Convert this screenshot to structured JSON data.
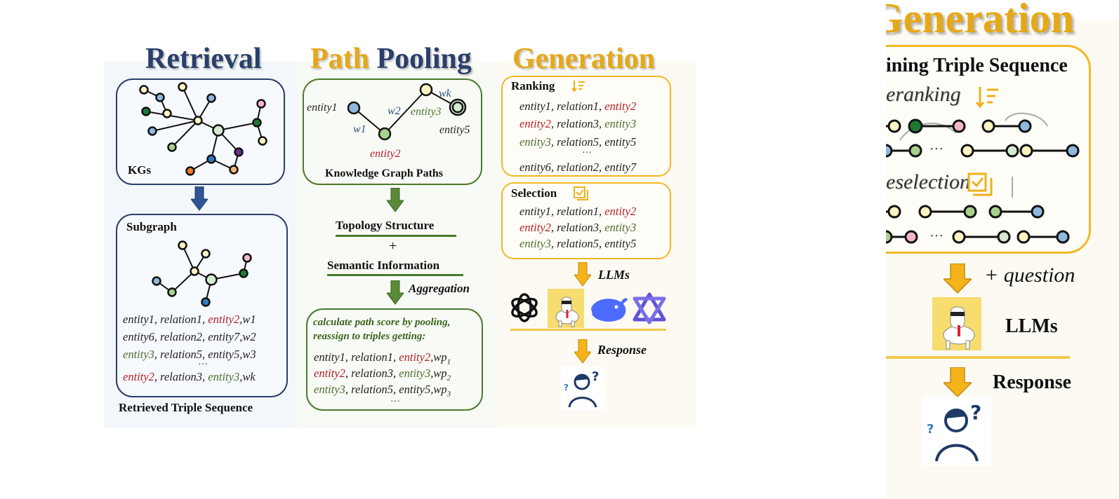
{
  "titles": {
    "retrieval": "Retrieval",
    "path_word": "Path",
    "pooling_word": "Pooling",
    "generation": "Generation"
  },
  "retrieval": {
    "kgs_label": "KGs",
    "subgraph_label": "Subgraph",
    "triples": [
      {
        "e1": "entity1",
        "r": "relation1",
        "e2": "entity2",
        "w": "w1"
      },
      {
        "e1": "entity6",
        "r": "relation2",
        "e2": "entity7",
        "w": "w2"
      },
      {
        "e1": "entity3",
        "r": "relation5",
        "e2": "entity5",
        "w": "w3"
      },
      {
        "e1": "entity2",
        "r": "relation3",
        "e2": "entity3",
        "w": "wk"
      }
    ],
    "ellipsis": "···",
    "caption": "Retrieved Triple Sequence"
  },
  "pooling": {
    "graph_labels": {
      "entity1": "entity1",
      "entity2": "entity2",
      "entity3": "entity3",
      "entity5": "entity5",
      "w1": "w1",
      "w2": "w2",
      "wk": "wk"
    },
    "kg_paths_caption": "Knowledge Graph Paths",
    "topology": "Topology Structure",
    "plus": "+",
    "semantic": "Semantic Information",
    "aggregation": "Aggregation",
    "calc_line1": "calculate path score by pooling,",
    "calc_line2": "reassign to triples getting:",
    "triples": [
      {
        "e1": "entity1",
        "r": "relation1",
        "e2": "entity2",
        "wp": "wp",
        "sub": "1"
      },
      {
        "e1": "entity2",
        "r": "relation3",
        "e2": "entity3",
        "wp": "wp",
        "sub": "2"
      },
      {
        "e1": "entity3",
        "r": "relation5",
        "e2": "entity5",
        "wp": "wp",
        "sub": "3"
      }
    ],
    "ellipsis": "···"
  },
  "generation": {
    "ranking_label": "Ranking",
    "ranking_triples": [
      {
        "e1": "entity1",
        "r": "relation1",
        "e2": "entity2"
      },
      {
        "e1": "entity2",
        "r": "relation3",
        "e2": "entity3"
      },
      {
        "e1": "entity3",
        "r": "relation5",
        "e2": "entity5"
      },
      {
        "e1": "entity6",
        "r": "relation2",
        "e2": "entity7"
      }
    ],
    "ranking_ellipsis": "···",
    "selection_label": "Selection",
    "selection_triples": [
      {
        "e1": "entity1",
        "r": "relation1",
        "e2": "entity2"
      },
      {
        "e1": "entity2",
        "r": "relation3",
        "e2": "entity3"
      },
      {
        "e1": "entity3",
        "r": "relation5",
        "e2": "entity5"
      }
    ],
    "llms": "LLMs",
    "response": "Response"
  },
  "zoom": {
    "title": "Generation",
    "subtitle": "ining Triple Sequence",
    "reranking": "eranking",
    "reselection": "eselection",
    "question": "+ question",
    "llms": "LLMs",
    "response": "Response",
    "ellipsis": "···"
  },
  "colors": {
    "navy": "#2b3f6b",
    "gold": "#e6a817",
    "green": "#4a7a2d",
    "red": "#b5202a"
  }
}
